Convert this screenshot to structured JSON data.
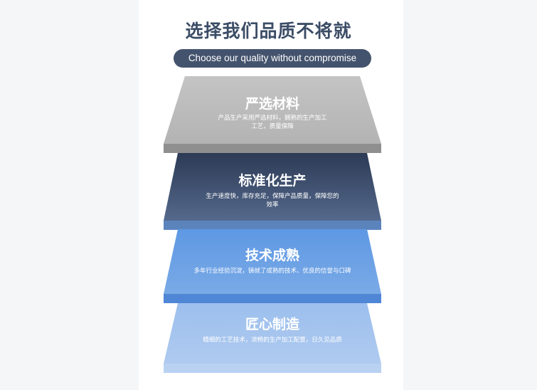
{
  "heading": {
    "title": "选择我们品质不将就",
    "subtitle": "Choose our quality without compromise"
  },
  "layers": [
    {
      "title": "严选材料",
      "description": "产品生产采用严选材料，娴熟的生产加工工艺，质量保障",
      "colors": {
        "top": "#c4c4c4",
        "bottom": "#b3b3b3",
        "edge": "#8f8f8f"
      }
    },
    {
      "title": "标准化生产",
      "description": "生产速度快，库存充足，保障产品质量，保障您的效率",
      "colors": {
        "top": "#2c3a55",
        "bottom": "#55698c",
        "edge": "#5b84bd"
      }
    },
    {
      "title": "技术成熟",
      "description": "多年行业经验沉淀，铸就了成熟的技术、优良的信誉与口碑",
      "colors": {
        "top": "#5e98e4",
        "bottom": "#7aaae6",
        "edge": "#4f86d6"
      }
    },
    {
      "title": "匠心制造",
      "description": "精细的工艺技术，流畅的生产加工配置，日久见品质",
      "colors": {
        "top": "#9cbfee",
        "bottom": "#afcaef",
        "edge": "#bad2f2"
      }
    }
  ]
}
